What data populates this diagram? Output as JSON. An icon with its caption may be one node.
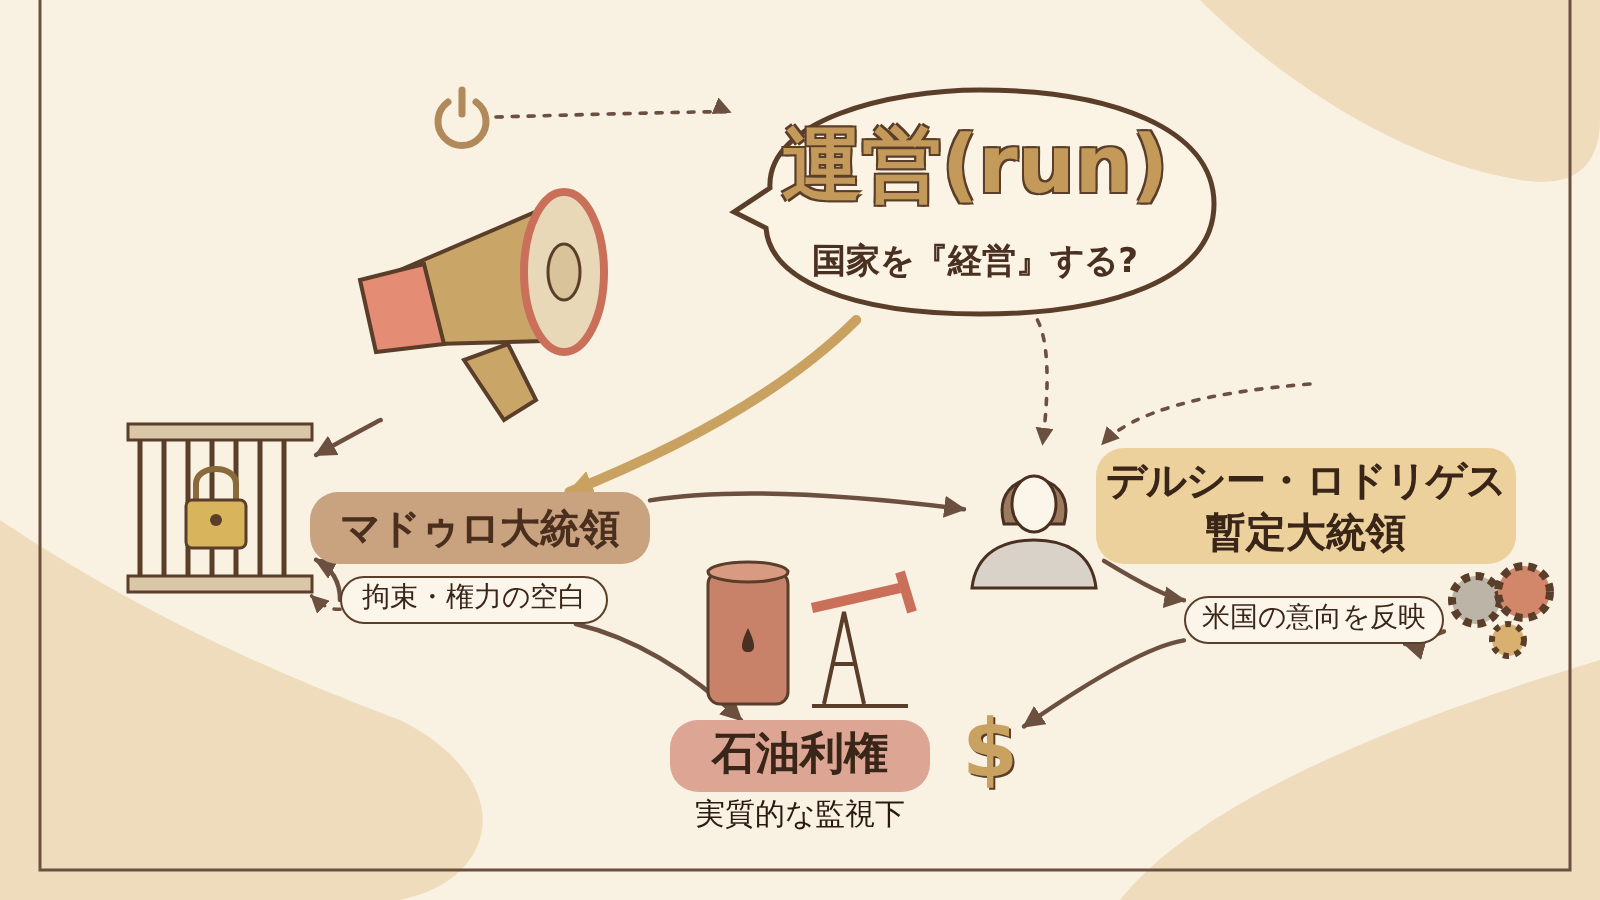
{
  "diagram": {
    "nodes": [
      {
        "text": [
          "運営(run)",
          "国家を『経営』する?"
        ]
      },
      {
        "text": [],
        "shape": "picture"
      },
      {
        "text": [],
        "shape": "picture"
      },
      {
        "text": [
          "マドゥロ大統領"
        ]
      },
      {
        "text": [
          "拘束・権力の空白"
        ]
      },
      {
        "text": [],
        "shape": "person"
      },
      {
        "text": [
          "デルシー・ロドリゲス暫定大統領"
        ]
      },
      {
        "text": [
          "米国の意向を反映"
        ]
      },
      {
        "text": [],
        "shape": "picture"
      },
      {
        "text": [
          "石油利権"
        ],
        "beside": [
          "実質的な監視下"
        ]
      },
      {
        "text": [
          "$"
        ]
      },
      {
        "text": [],
        "shape": "picture"
      },
      {
        "text": [],
        "shape": "picture"
      }
    ],
    "edges": [
      {
        "from": 0,
        "to": 3,
        "arrow": "to",
        "style": "thick",
        "color": "#c9a261"
      },
      {
        "from": 0,
        "to": 5,
        "arrow": "to",
        "style": "dashed"
      },
      {
        "from": 3,
        "to": 5,
        "arrow": "to"
      },
      {
        "from": 4,
        "to": 2,
        "arrow": "to"
      },
      {
        "from": 4,
        "to": 2,
        "arrow": "to",
        "style": "dashed"
      },
      {
        "from": 4,
        "to": 9,
        "arrow": "to"
      },
      {
        "from": 5,
        "to": 7,
        "arrow": "to"
      },
      {
        "from": 11,
        "to": 7,
        "arrow": "to"
      },
      {
        "from": 7,
        "to": 10,
        "arrow": "to"
      },
      {
        "from": null,
        "to": 5,
        "arrow": "to",
        "style": "dashed"
      },
      {
        "from": 1,
        "to": 2,
        "arrow": "to"
      },
      {
        "from": 12,
        "to": 0,
        "arrow": "to",
        "style": "dashed"
      }
    ]
  }
}
